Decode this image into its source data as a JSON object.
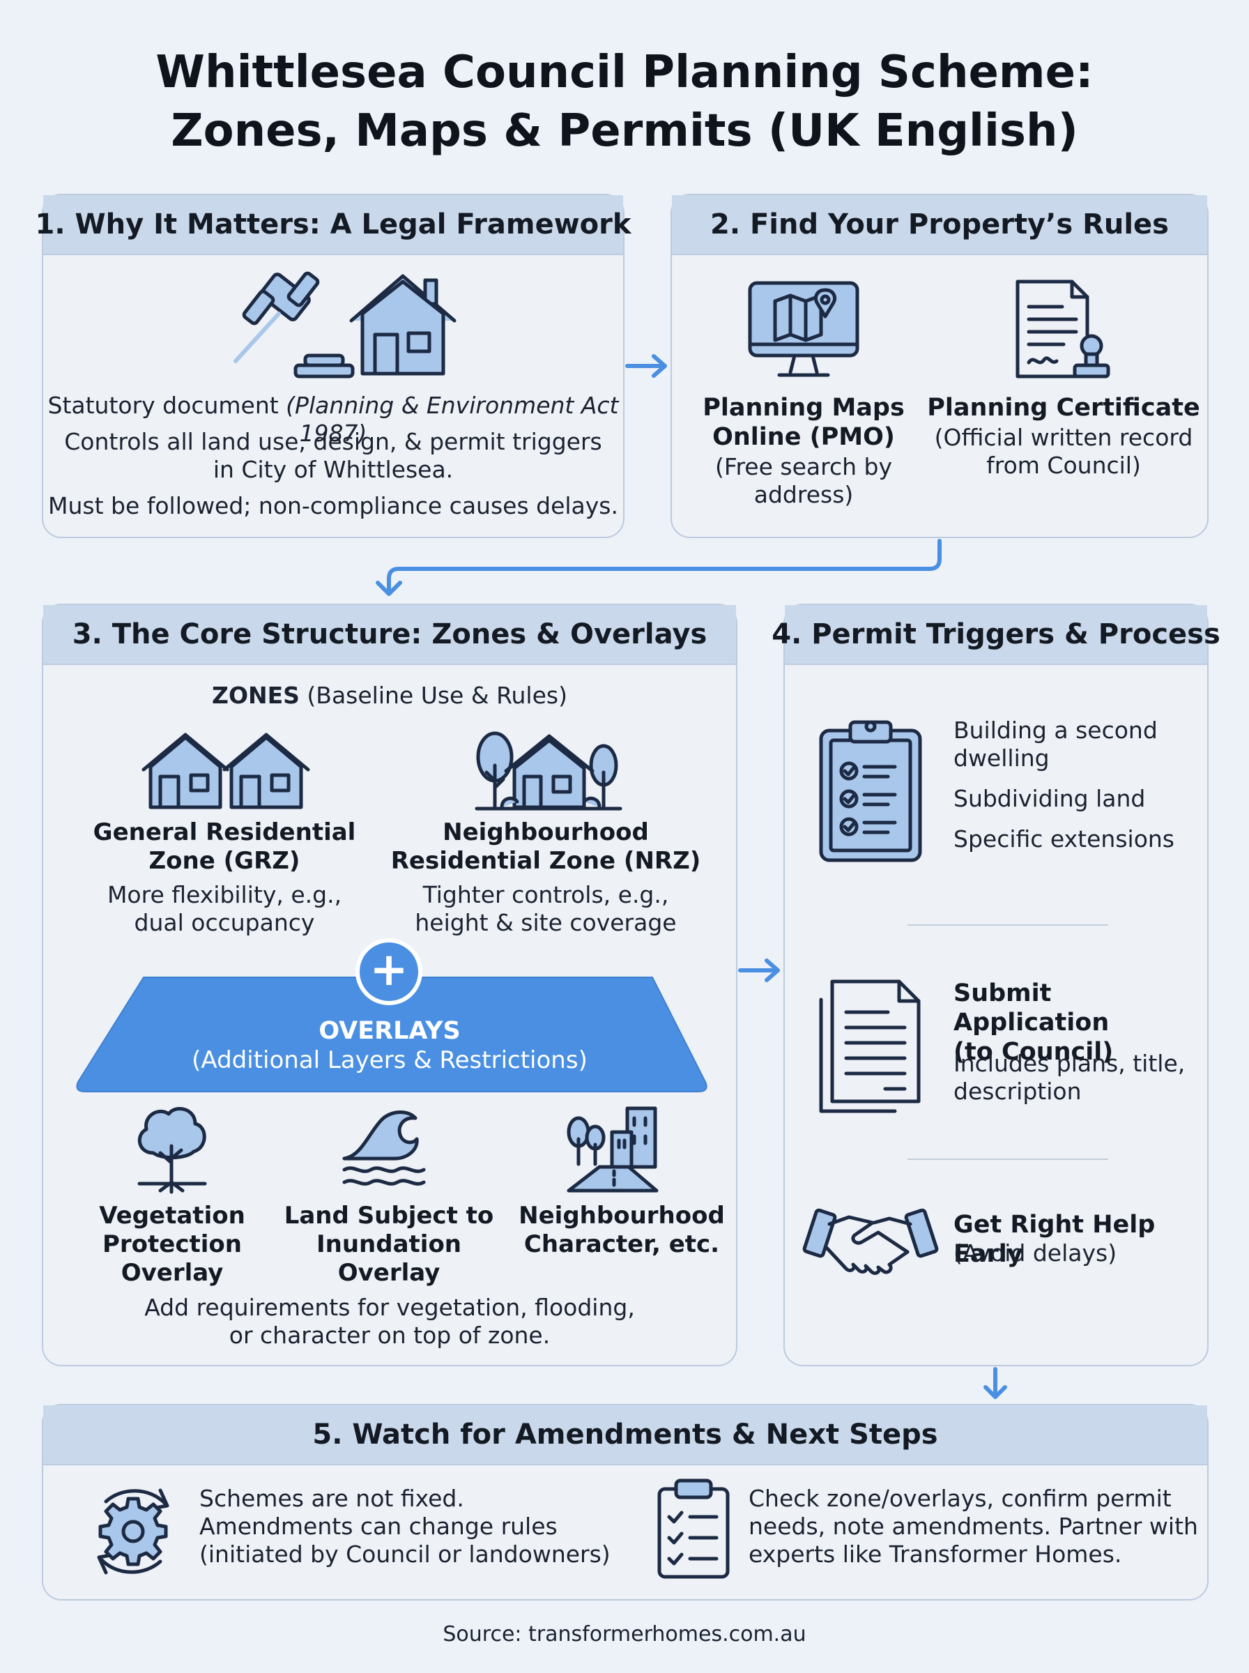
{
  "title": {
    "line1": "Whittlesea Council Planning Scheme:",
    "line2": "Zones, Maps & Permits (UK English)"
  },
  "section1": {
    "heading": "1. Why It Matters: A Legal Framework",
    "line1_prefix": "Statutory document ",
    "line1_italic": "(Planning & Environment Act 1987)",
    "line2a": "Controls all land use, design, & permit triggers",
    "line2b": "in City of Whittlesea.",
    "line3": "Must be followed; non-compliance causes delays."
  },
  "section2": {
    "heading": "2. Find Your Property’s Rules",
    "pmo": {
      "title_line1": "Planning Maps",
      "title_line2": "Online (PMO)",
      "desc_line1": "(Free search by",
      "desc_line2": "address)"
    },
    "certificate": {
      "title": "Planning Certificate",
      "desc_line1": "(Official written record",
      "desc_line2": "from Council)"
    }
  },
  "section3": {
    "heading": "3. The Core Structure: Zones & Overlays",
    "zones_label_bold": "ZONES",
    "zones_label_rest": " (Baseline Use & Rules)",
    "grz": {
      "title_line1": "General Residential",
      "title_line2": "Zone (GRZ)",
      "desc_line1": "More flexibility, e.g.,",
      "desc_line2": "dual occupancy"
    },
    "nrz": {
      "title_line1": "Neighbourhood",
      "title_line2": "Residential Zone (NRZ)",
      "desc_line1": "Tighter controls, e.g.,",
      "desc_line2": "height & site coverage"
    },
    "plus_symbol": "+",
    "overlays_title": "OVERLAYS",
    "overlays_sub": "(Additional Layers & Restrictions)",
    "vpo": {
      "line1": "Vegetation",
      "line2": "Protection",
      "line3": "Overlay"
    },
    "lsio": {
      "line1": "Land Subject to",
      "line2": "Inundation Overlay"
    },
    "nco": {
      "line1": "Neighbourhood",
      "line2": "Character, etc."
    },
    "footer_line1": "Add requirements for vegetation, flooding,",
    "footer_line2": "or character on top of zone."
  },
  "section4": {
    "heading": "4. Permit Triggers & Process",
    "triggers": [
      "Building a second",
      "dwelling",
      "Subdividing land",
      "Specific extensions"
    ],
    "submit": {
      "title_line1": "Submit Application",
      "title_line2": "(to Council)",
      "desc_line1": "Includes plans, title,",
      "desc_line2": "description"
    },
    "help": {
      "title": "Get Right Help Early",
      "desc": "(Avoid delays)"
    }
  },
  "section5": {
    "heading": "5. Watch for Amendments & Next Steps",
    "left": [
      "Schemes are not fixed.",
      "Amendments can change rules",
      "(initiated by Council or landowners)"
    ],
    "right": [
      "Check zone/overlays, confirm permit",
      "needs, note amendments. Partner with",
      "experts like Transformer Homes."
    ]
  },
  "source": "Source: transformerhomes.com.au",
  "colors": {
    "accent_blue": "#4a8fe2",
    "icon_fill": "#a9c7ea",
    "header_fill": "#c9d8ea",
    "panel_fill": "#eef1f6",
    "background": "#edf2f8"
  },
  "icons": [
    "gavel-icon",
    "house-icon",
    "map-monitor-icon",
    "certificate-stamp-icon",
    "twin-houses-icon",
    "house-trees-icon",
    "plus-icon",
    "tree-icon",
    "wave-icon",
    "street-buildings-icon",
    "checklist-clipboard-icon",
    "document-stack-icon",
    "handshake-icon",
    "gear-cycle-icon",
    "clipboard-checklist-icon"
  ]
}
